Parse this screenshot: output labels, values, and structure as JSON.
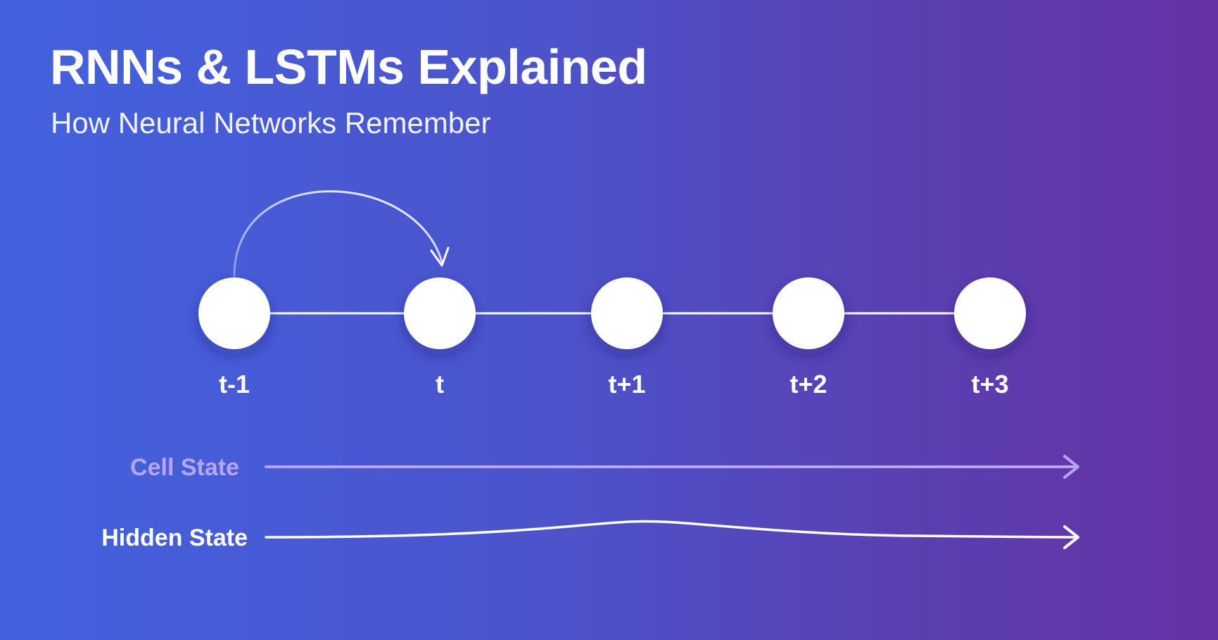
{
  "title": "RNNs & LSTMs Explained",
  "subtitle": "How Neural Networks Remember",
  "timesteps": [
    "t-1",
    "t",
    "t+1",
    "t+2",
    "t+3"
  ],
  "lanes": {
    "cell_state": "Cell State",
    "hidden_state": "Hidden State"
  },
  "colors": {
    "background_start": "#4362df",
    "background_end": "#6533a5",
    "node": "#ffffff",
    "cell_state": "#b6a6f5",
    "hidden_state": "#ffffff"
  }
}
